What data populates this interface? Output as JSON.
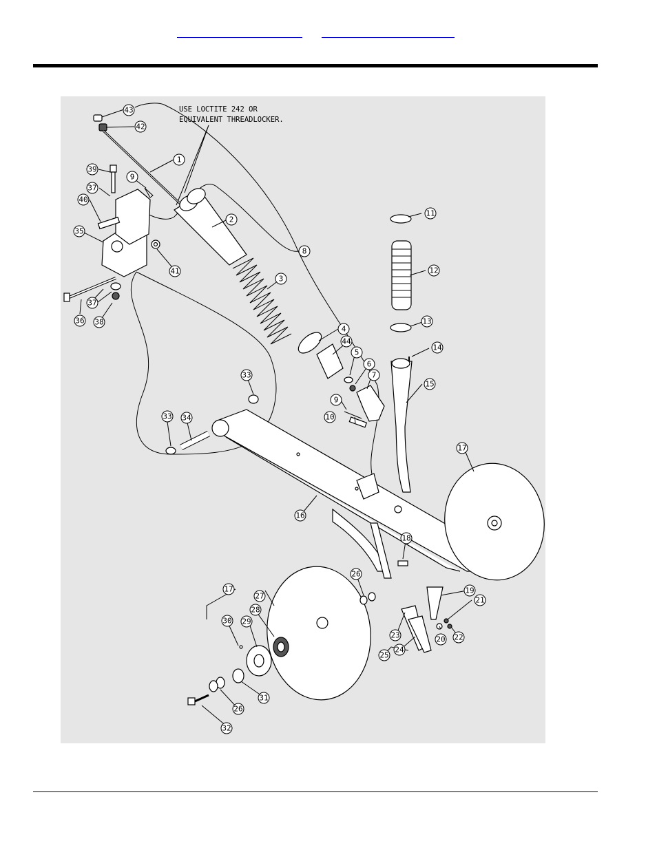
{
  "header": {
    "links": [
      {
        "id": "nav-link-1",
        "text": ""
      },
      {
        "id": "nav-link-2",
        "text": ""
      }
    ]
  },
  "diagram": {
    "note": {
      "line1": "USE LOCTITE 242 OR",
      "line2": "EQUIVALENT THREADLOCKER."
    },
    "callouts": [
      "43",
      "42",
      "1",
      "39",
      "9",
      "37",
      "40",
      "2",
      "35",
      "41",
      "8",
      "3",
      "36",
      "37",
      "38",
      "4",
      "44",
      "5",
      "6",
      "7",
      "33",
      "9",
      "10",
      "33",
      "34",
      "11",
      "12",
      "13",
      "14",
      "15",
      "17",
      "16",
      "18",
      "17",
      "27",
      "26",
      "28",
      "29",
      "30",
      "19",
      "21",
      "20",
      "22",
      "23",
      "24",
      "25",
      "31",
      "26",
      "32"
    ]
  }
}
